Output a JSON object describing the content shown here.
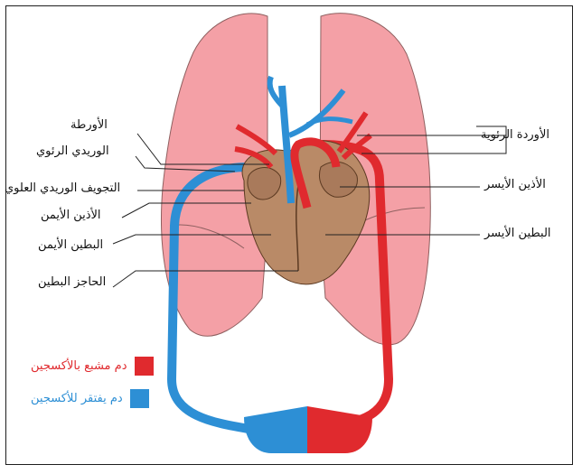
{
  "labels": {
    "aorta": "الأورطة",
    "pulmonary_vein_left": "الوريدي الرئوي",
    "superior_vena_cava": "التجويف الوريدي العلوي",
    "right_atrium": "الأذين الأيمن",
    "right_ventricle": "البطين الأيمن",
    "septum": "الحاجز البطين",
    "pulmonary_veins": "الأوردة الرئوية",
    "left_atrium": "الأذين الأيسر",
    "left_ventricle": "البطين الأيسر"
  },
  "legend": {
    "oxygenated": {
      "text": "دم مشبع بالأكسجين",
      "color": "#e02a2e"
    },
    "deoxygenated": {
      "text": "دم يفتقر للأكسجين",
      "color": "#2d8fd5"
    }
  },
  "colors": {
    "lung": "#f4a0a6",
    "heart": "#b98a67",
    "red_vessel": "#e02a2e",
    "blue_vessel": "#2d8fd5"
  }
}
